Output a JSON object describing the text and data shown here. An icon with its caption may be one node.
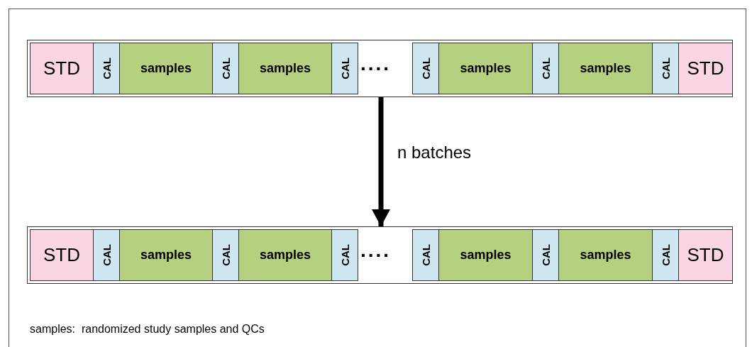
{
  "diagram": {
    "nodes": [
      {
        "text": [],
        "shape": "box"
      },
      {
        "text": [
          "STD"
        ],
        "in": 0
      },
      {
        "text": [
          "CAL"
        ],
        "in": 0
      },
      {
        "text": [
          "samples"
        ],
        "in": 0
      },
      {
        "text": [
          "CAL"
        ],
        "in": 0
      },
      {
        "text": [
          "samples"
        ],
        "in": 0
      },
      {
        "text": [
          "CAL"
        ],
        "in": 0
      },
      {
        "text": [
          "CAL"
        ],
        "in": 0
      },
      {
        "text": [
          "samples"
        ],
        "in": 0
      },
      {
        "text": [
          "CAL"
        ],
        "in": 0
      },
      {
        "text": [
          "samples"
        ],
        "in": 0
      },
      {
        "text": [
          "CAL"
        ],
        "in": 0
      },
      {
        "text": [
          "STD"
        ],
        "in": 0
      },
      {
        "text": [],
        "shape": "box"
      },
      {
        "text": [
          "STD"
        ],
        "in": 13
      },
      {
        "text": [
          "CAL"
        ],
        "in": 13
      },
      {
        "text": [
          "samples"
        ],
        "in": 13
      },
      {
        "text": [
          "CAL"
        ],
        "in": 13
      },
      {
        "text": [
          "samples"
        ],
        "in": 13
      },
      {
        "text": [
          "CAL"
        ],
        "in": 13
      },
      {
        "text": [
          "CAL"
        ],
        "in": 13
      },
      {
        "text": [
          "samples"
        ],
        "in": 13
      },
      {
        "text": [
          "CAL"
        ],
        "in": 13
      },
      {
        "text": [
          "samples"
        ],
        "in": 13
      },
      {
        "text": [
          "CAL"
        ],
        "in": 13
      },
      {
        "text": [
          "STD"
        ],
        "in": 13
      }
    ],
    "edges": [
      {
        "from": 0,
        "to": 13,
        "arrow": "to",
        "label": "n batches"
      }
    ],
    "labels": [
      "....",
      "....",
      "samples:  randomized study samples and QCs"
    ]
  }
}
